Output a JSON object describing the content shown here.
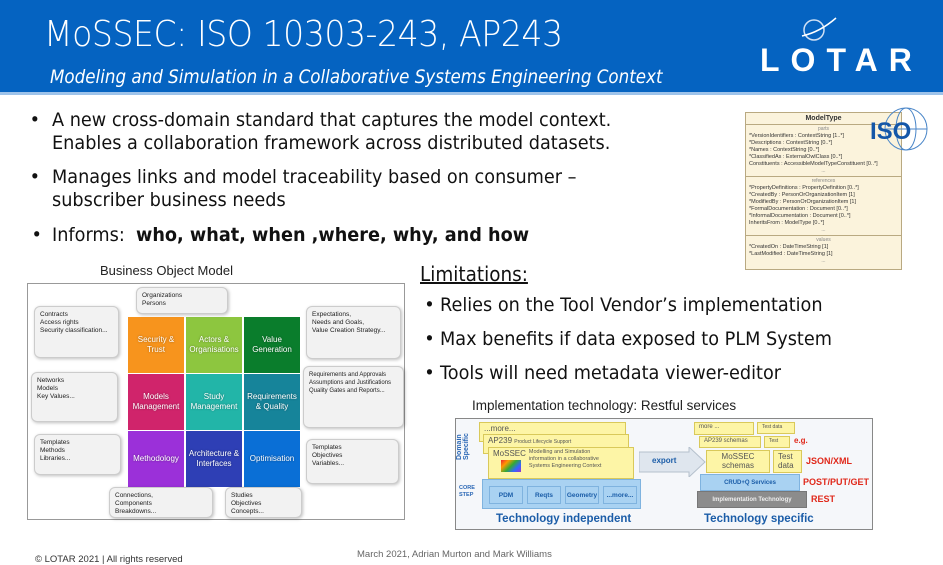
{
  "header": {
    "title": "MoSSEC: ISO 10303-243, AP243",
    "subtitle": "Modeling and Simulation in a Collaborative Systems Engineering Context",
    "logo": "LOTAR",
    "color": "#0563c1"
  },
  "bullets": [
    {
      "lines": [
        "A new cross-domain standard that captures the model context.",
        "Enables a collaboration framework across distributed datasets."
      ]
    },
    {
      "lines": [
        "Manages links and model traceability based on consumer –",
        "subscriber business needs"
      ]
    },
    {
      "prefix": "Informs:  ",
      "bold": "who, what, when ,where, why, and how"
    }
  ],
  "model_type": {
    "title": "ModelType",
    "sections": [
      {
        "label": "parts",
        "rows": [
          "*VersionIdentifiers : ContextString [1..*]",
          "*Descriptions : ContextString [0..*]",
          "*Names : ContextString [0..*]",
          "*ClassifiedAs : ExternalOwlClass [0..*]",
          "Constituents : AccessibleModelTypeConstituent [0..*]",
          "..."
        ]
      },
      {
        "label": "references",
        "rows": [
          "*PropertyDefinitions : PropertyDefinition [0..*]",
          "*CreatedBy : PersonOrOrganizationItem [1]",
          "*ModifiedBy : PersonOrOrganizationItem [1]",
          "*FormalDocumentation : Document [0..*]",
          "*InformalDocumentation : Document [0..*]",
          "InheritsFrom : ModelType [0..*]",
          "..."
        ]
      },
      {
        "label": "values",
        "rows": [
          "*CreatedOn : DateTimeString [1]",
          "*LastModified : DateTimeString [1]",
          "..."
        ]
      }
    ],
    "iso_logo": "ISO"
  },
  "bom": {
    "caption": "Business Object Model",
    "pieces": [
      "Security & Trust",
      "Actors & Organisations",
      "Value Generation",
      "Models Management",
      "Study Management",
      "Requirements & Quality",
      "Methodology",
      "Architecture & Interfaces",
      "Optimisation"
    ],
    "callouts": [
      "Organizations\nPersons",
      "Contracts\nAccess rights\nSecurity classification...",
      "Expectations,\nNeeds and Goals,\nValue Creation Strategy...",
      "Networks\nModels\nKey Values...",
      "Requirements and Approvals\nAssumptions and Justifications\nQuality Gates and Reports...",
      "Templates\nMethods\nLibraries...",
      "Templates\nObjectives\nVariables...",
      "Connections,\nComponents\nBreakdowns...",
      "Studies\nObjectives\nConcepts..."
    ]
  },
  "limitations": {
    "title": "Limitations:",
    "items": [
      "Relies on the Tool Vendor’s implementation",
      "Max benefits if data exposed to PLM System",
      "Tools will need metadata viewer-editor"
    ]
  },
  "impl": {
    "caption": "Implementation technology: Restful services",
    "domain_specific": "Domain Specific",
    "core_step": "CORE STEP",
    "left_cards": {
      "more": "...more...",
      "ap239": "AP239",
      "ap239_desc": "Product Lifecycle Support",
      "mossec": "MoSSEC",
      "mossec_desc": "Modelling and Simulation information in a collaborative Systems Engineering Context"
    },
    "core_items": [
      "PDM",
      "Reqts",
      "Geometry",
      "...more..."
    ],
    "tech_independent": "Technology independent",
    "export": "export",
    "right_cards": {
      "more": "more ...",
      "ap239": "AP239 schemas",
      "mossec": "MoSSEC schemas",
      "test_data": "Test data",
      "test": "Test",
      "test2": "Test",
      "data": "data"
    },
    "crud": "CRUD+Q Services",
    "impl_tech": "Implementation Technology",
    "red": [
      "e.g.",
      "JSON/XML",
      "POST/PUT/GET",
      "REST"
    ],
    "tech_specific": "Technology specific"
  },
  "footer": {
    "copyright": "© LOTAR 2021 | All rights reserved",
    "authors": "March 2021, Adrian Murton and Mark Williams"
  }
}
